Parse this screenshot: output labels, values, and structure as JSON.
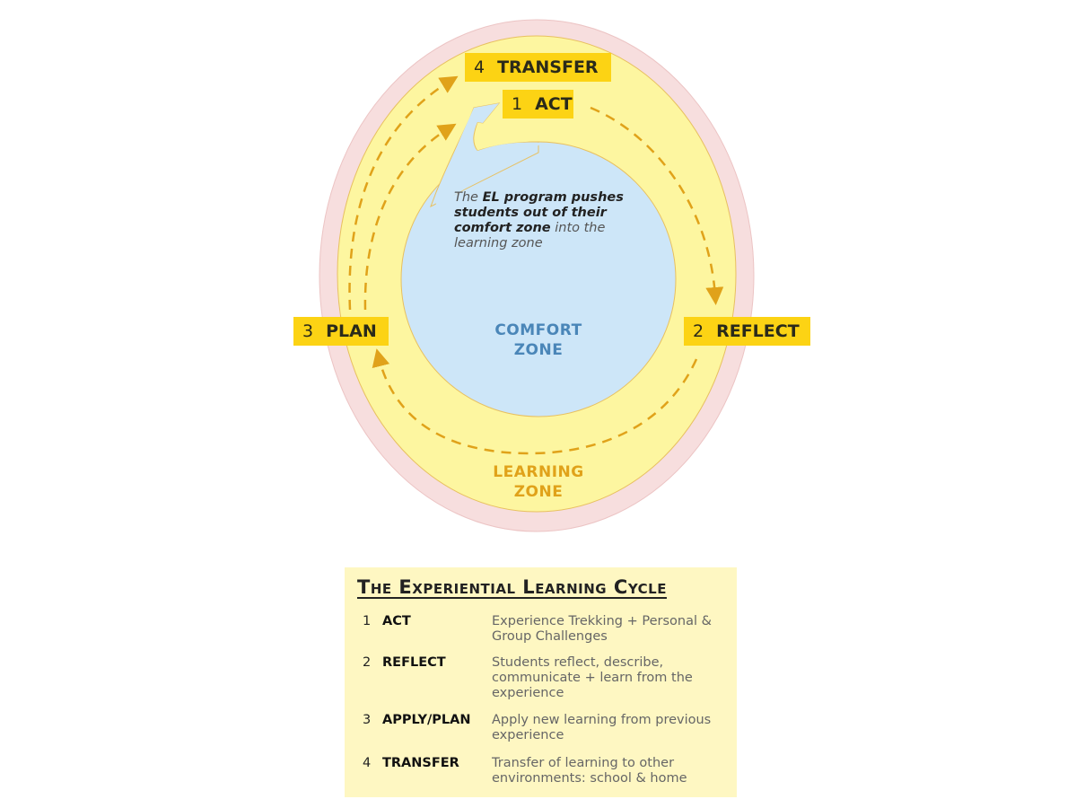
{
  "diagram": {
    "stages": [
      {
        "num": "1",
        "label": "ACT"
      },
      {
        "num": "2",
        "label": "REFLECT"
      },
      {
        "num": "3",
        "label": "PLAN"
      },
      {
        "num": "4",
        "label": "TRANSFER"
      }
    ],
    "comfort_zone": [
      "COMFORT",
      "ZONE"
    ],
    "learning_zone": [
      "LEARNING",
      "ZONE"
    ],
    "note": {
      "part1": "The ",
      "bold1": "EL program pushes students out of their comfort zone",
      "part2": " into the learning zone"
    },
    "colors": {
      "outer": "#f7dede",
      "learning": "#fdf6a0",
      "comfort": "#cde6f8",
      "tag": "#fcd314",
      "arrow": "#e0a21a",
      "comfort_text": "#4a86b8",
      "learning_text": "#e0a21a"
    }
  },
  "legend": {
    "title": "The Experiential Learning Cycle",
    "rows": [
      {
        "num": "1",
        "key": "ACT",
        "desc": "Experience Trekking + Personal & Group Challenges"
      },
      {
        "num": "2",
        "key": "REFLECT",
        "desc": "Students reflect, describe, communicate + learn from the experience"
      },
      {
        "num": "3",
        "key": "APPLY/PLAN",
        "desc": "Apply new learning from previous experience"
      },
      {
        "num": "4",
        "key": "TRANSFER",
        "desc": "Transfer of learning to other environments: school & home"
      }
    ]
  }
}
